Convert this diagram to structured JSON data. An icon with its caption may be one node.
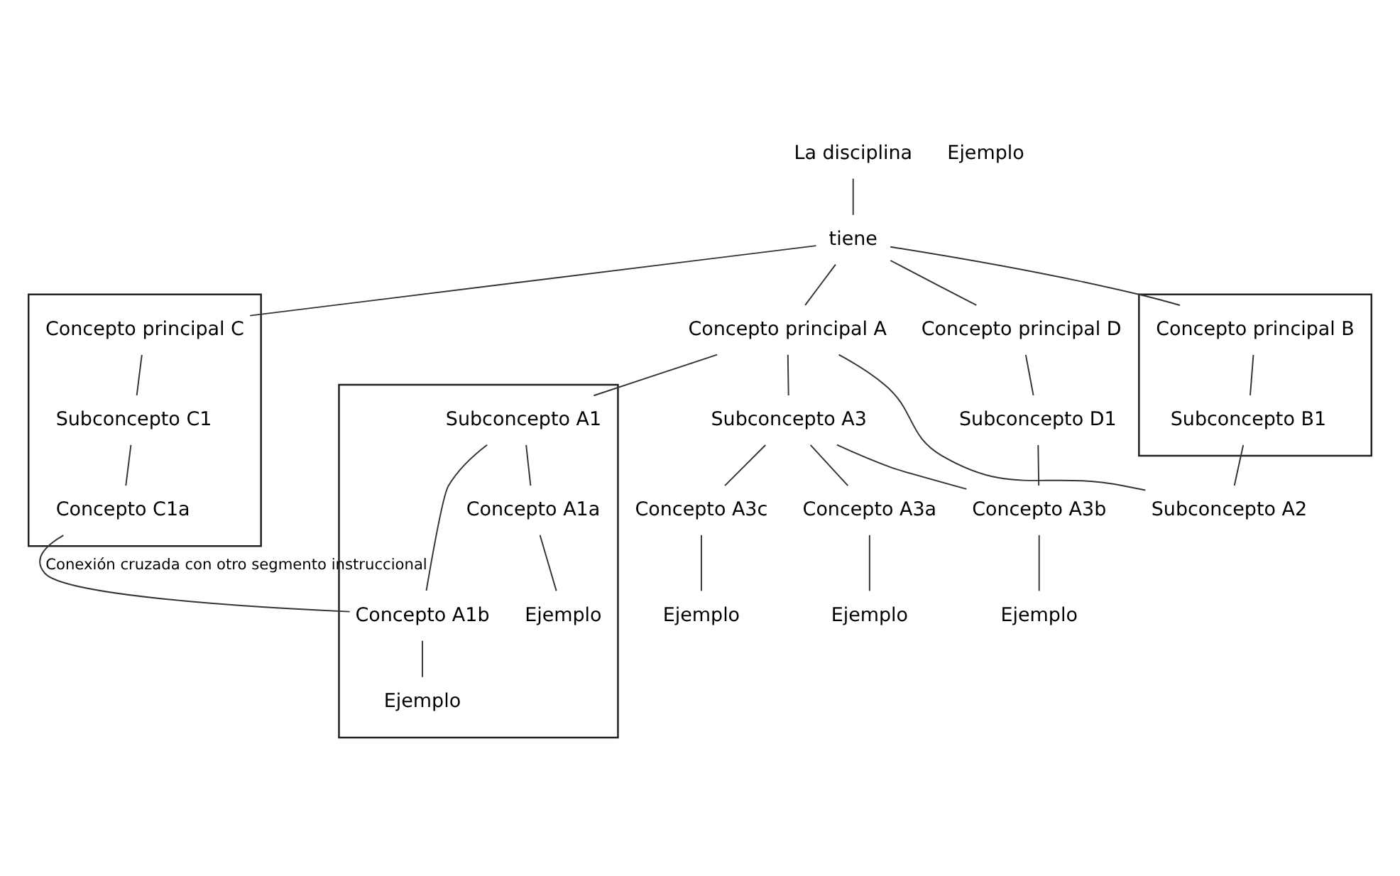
{
  "diagram": {
    "nodes": [
      {
        "text": [
          "La disciplina"
        ]
      },
      {
        "text": [
          "tiene"
        ]
      },
      {
        "text": [
          "Concepto principal A"
        ]
      },
      {
        "text": [],
        "shape": "box"
      },
      {
        "text": [
          "Concepto principal B"
        ],
        "in": 3
      },
      {
        "text": [],
        "shape": "box"
      },
      {
        "text": [
          "Concepto principal C"
        ],
        "in": 5
      },
      {
        "text": [
          "Concepto principal D"
        ]
      },
      {
        "text": [
          "Subconcepto B1"
        ],
        "in": 3
      },
      {
        "text": [],
        "shape": "box"
      },
      {
        "text": [
          "Subconcepto A1"
        ],
        "in": 9
      },
      {
        "text": [
          "Subconcepto A2"
        ]
      },
      {
        "text": [
          "Subconcepto A3"
        ]
      },
      {
        "text": [
          "Subconcepto C1"
        ],
        "in": 5
      },
      {
        "text": [
          "Subconcepto D1"
        ]
      },
      {
        "text": [
          "Concepto C1a"
        ],
        "in": 5
      },
      {
        "text": [
          "Concepto A1a"
        ],
        "in": 9
      },
      {
        "text": [
          "Concepto A1b"
        ],
        "in": 9
      },
      {
        "text": [
          "Ejemplo"
        ],
        "in": 9
      },
      {
        "text": [
          "Ejemplo"
        ],
        "in": 9
      },
      {
        "text": [
          "Concepto A3a"
        ]
      },
      {
        "text": [
          "Concepto A3b"
        ]
      },
      {
        "text": [
          "Concepto A3c"
        ]
      },
      {
        "text": [
          "Ejemplo"
        ]
      },
      {
        "text": [
          "Ejemplo"
        ]
      },
      {
        "text": [
          "Ejemplo"
        ]
      }
    ],
    "edges": [
      {
        "from": 0,
        "to": 1,
        "arrow": "none"
      },
      {
        "from": 1,
        "to": 2,
        "arrow": "none"
      },
      {
        "from": 1,
        "to": 4,
        "arrow": "none"
      },
      {
        "from": 1,
        "to": 6,
        "arrow": "none"
      },
      {
        "from": 1,
        "to": 7,
        "arrow": "none"
      },
      {
        "from": 4,
        "to": 8,
        "arrow": "none"
      },
      {
        "from": 2,
        "to": 10,
        "arrow": "none"
      },
      {
        "from": 2,
        "to": 11,
        "arrow": "none"
      },
      {
        "from": 2,
        "to": 12,
        "arrow": "none"
      },
      {
        "from": 8,
        "to": 11,
        "arrow": "none"
      },
      {
        "from": 6,
        "to": 13,
        "arrow": "none"
      },
      {
        "from": 7,
        "to": 14,
        "arrow": "none"
      },
      {
        "from": 13,
        "to": 15,
        "arrow": "none"
      },
      {
        "from": 10,
        "to": 16,
        "arrow": "none"
      },
      {
        "from": 10,
        "to": 17,
        "arrow": "none"
      },
      {
        "from": 16,
        "to": 18,
        "arrow": "none"
      },
      {
        "from": 17,
        "to": 19,
        "arrow": "none"
      },
      {
        "from": 12,
        "to": 20,
        "arrow": "none"
      },
      {
        "from": 12,
        "to": 21,
        "arrow": "none"
      },
      {
        "from": 12,
        "to": 22,
        "arrow": "none"
      },
      {
        "from": 20,
        "to": 23,
        "arrow": "none"
      },
      {
        "from": 21,
        "to": 24,
        "arrow": "none"
      },
      {
        "from": 22,
        "to": 25,
        "arrow": "none"
      },
      {
        "from": 14,
        "to": 21,
        "arrow": "none"
      },
      {
        "from": 15,
        "to": 17,
        "arrow": "none",
        "label": "Conexión cruzada con otro segmento instruccional"
      }
    ],
    "labels": [
      "Ejemplo"
    ]
  }
}
